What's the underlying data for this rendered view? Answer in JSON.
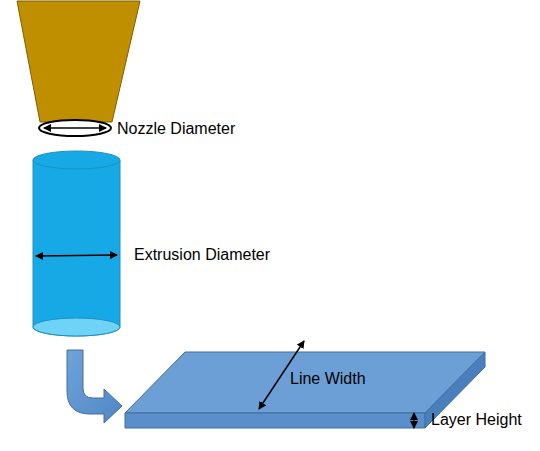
{
  "diagram": {
    "labels": [
      "Nozzle Diameter",
      "Extrusion Diameter",
      "Line Width",
      "Layer Height"
    ]
  }
}
